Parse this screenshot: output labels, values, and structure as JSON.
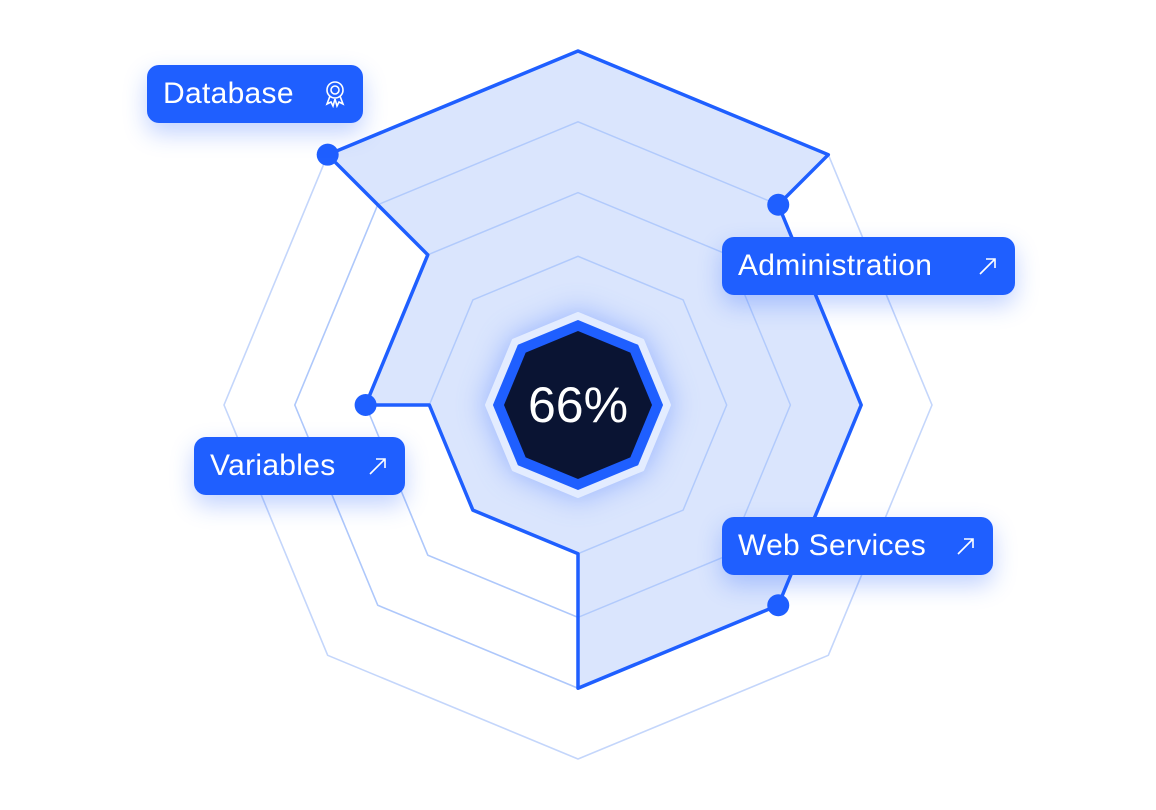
{
  "center": {
    "value": "66%"
  },
  "labels": [
    {
      "text": "Database",
      "icon": "award-ribbon-icon"
    },
    {
      "text": "Administration",
      "icon": "arrow-up-right-icon"
    },
    {
      "text": "Variables",
      "icon": "arrow-up-right-icon"
    },
    {
      "text": "Web Services",
      "icon": "arrow-up-right-icon"
    }
  ],
  "chart_data": {
    "type": "radar",
    "axes_count": 8,
    "ring_levels": [
      1.0,
      0.8,
      0.6,
      0.42
    ],
    "outline_points": [
      {
        "angle": 0,
        "level": 1.0
      },
      {
        "angle": 45,
        "level": 1.0
      },
      {
        "angle": 45,
        "level": 0.8,
        "marker": true
      },
      {
        "angle": 90,
        "level": 0.8
      },
      {
        "angle": 135,
        "level": 0.8,
        "marker": true
      },
      {
        "angle": 180,
        "level": 0.8
      },
      {
        "angle": 180,
        "level": 0.42
      },
      {
        "angle": 225,
        "level": 0.42
      },
      {
        "angle": 270,
        "level": 0.42
      },
      {
        "angle": 270,
        "level": 0.6,
        "marker": true
      },
      {
        "angle": 315,
        "level": 0.6
      },
      {
        "angle": 315,
        "level": 1.0,
        "marker": true
      }
    ]
  },
  "colors": {
    "accent": "#1f5fff",
    "fill": "#d3e0fd",
    "grid": "#c4d6fb",
    "center": "#0a1433",
    "halo": "#e3ecff"
  }
}
